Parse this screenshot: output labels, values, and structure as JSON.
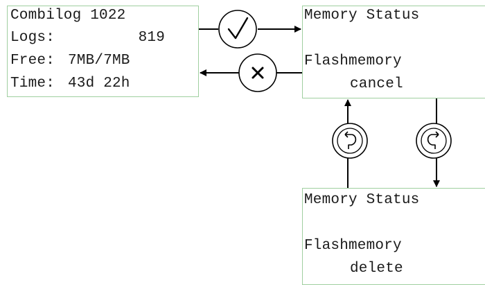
{
  "screens": {
    "main": {
      "line1": "Combilog 1022",
      "logs_label": "Logs:",
      "logs_value": "819",
      "free_label": "Free:",
      "free_value": "7MB/7MB",
      "time_label": "Time:",
      "time_value": "43d 22h"
    },
    "memory_cancel": {
      "title": "Memory Status",
      "line2": "Flashmemory",
      "line3": "cancel"
    },
    "memory_delete": {
      "title": "Memory Status",
      "line2": "Flashmemory",
      "line3": "delete"
    }
  },
  "buttons": {
    "ok": {
      "icon": "check-icon",
      "glyph": "✓"
    },
    "cancel": {
      "icon": "cross-icon",
      "glyph": "✕"
    },
    "rotate_left": {
      "icon": "rotate-left-icon"
    },
    "rotate_right": {
      "icon": "rotate-right-icon"
    }
  },
  "colors": {
    "screen_border": "#9fcf9f",
    "line": "#000000"
  }
}
